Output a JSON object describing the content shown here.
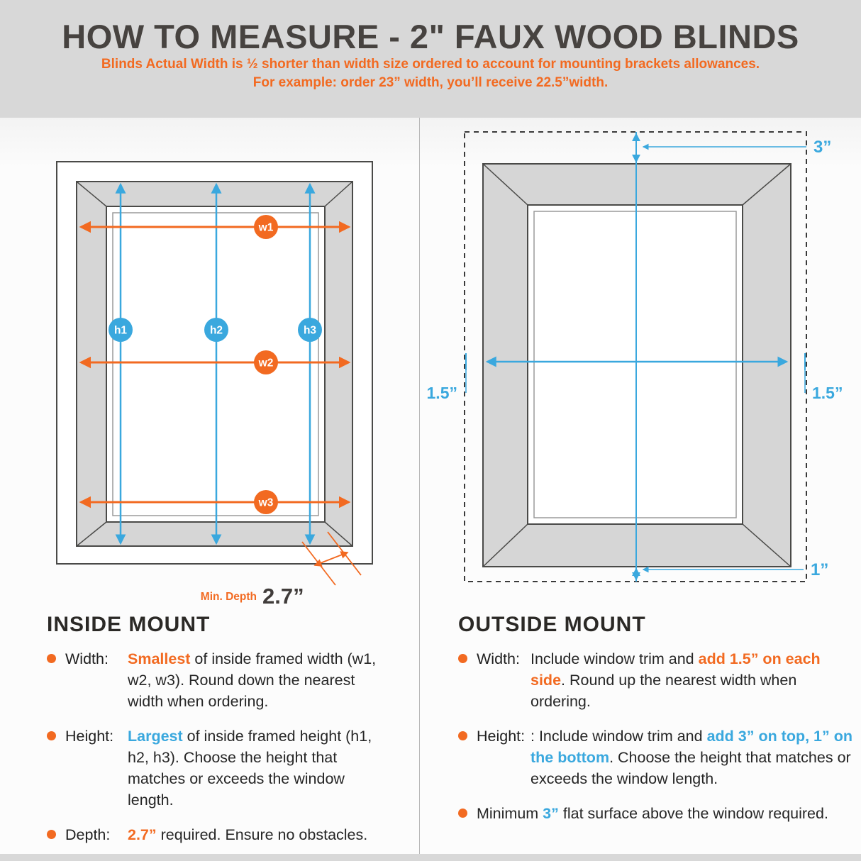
{
  "header": {
    "title": "HOW TO MEASURE - 2\" FAUX WOOD BLINDS",
    "subtitle1": "Blinds Actual Width is ½ shorter than width size ordered to account for mounting brackets allowances.",
    "subtitle2": "For example: order 23” width, you’ll receive 22.5”width."
  },
  "colors": {
    "orange": "#f26a21",
    "blue": "#3aa8de",
    "frame_gray": "#d6d6d6",
    "header_gray": "#d8d8d8",
    "dark_text": "#474340"
  },
  "inside_diagram": {
    "width_labels": [
      "w1",
      "w2",
      "w3"
    ],
    "height_labels": [
      "h1",
      "h2",
      "h3"
    ],
    "min_depth_label": "Min. Depth",
    "min_depth_value": "2.7”"
  },
  "outside_diagram": {
    "top_gap_label": "3”",
    "bottom_gap_label": "1”",
    "left_gap_label": "1.5”",
    "right_gap_label": "1.5”"
  },
  "inside_mount": {
    "heading": "INSIDE MOUNT",
    "bullets": [
      {
        "label": "Width:",
        "segments": [
          {
            "t": "Smallest",
            "s": "orange-bold"
          },
          {
            "t": " of inside framed width (w1, w2, w3). Round down the nearest width when ordering.",
            "s": ""
          }
        ]
      },
      {
        "label": "Height:",
        "segments": [
          {
            "t": "Largest",
            "s": "blue-bold"
          },
          {
            "t": " of inside framed height (h1, h2, h3). Choose the height that matches or exceeds the window length.",
            "s": ""
          }
        ]
      },
      {
        "label": "Depth:",
        "segments": [
          {
            "t": "2.7”",
            "s": "orange-bold"
          },
          {
            "t": " required. Ensure no obstacles.",
            "s": ""
          }
        ]
      }
    ]
  },
  "outside_mount": {
    "heading": "OUTSIDE MOUNT",
    "bullets": [
      {
        "label": "Width:",
        "segments": [
          {
            "t": "Include window trim and ",
            "s": ""
          },
          {
            "t": "add 1.5” on each side",
            "s": "orange-bold"
          },
          {
            "t": ". Round up the nearest width when ordering.",
            "s": ""
          }
        ]
      },
      {
        "label": "Height:",
        "segments": [
          {
            "t": ": Include window trim and ",
            "s": ""
          },
          {
            "t": "add 3” on top, 1” on the bottom",
            "s": "blue-bold"
          },
          {
            "t": ". Choose the height that matches or exceeds the window length.",
            "s": ""
          }
        ]
      },
      {
        "label": "",
        "segments": [
          {
            "t": "Minimum ",
            "s": ""
          },
          {
            "t": "3”",
            "s": "blue-bold"
          },
          {
            "t": " flat surface above the window required.",
            "s": ""
          }
        ]
      }
    ]
  }
}
